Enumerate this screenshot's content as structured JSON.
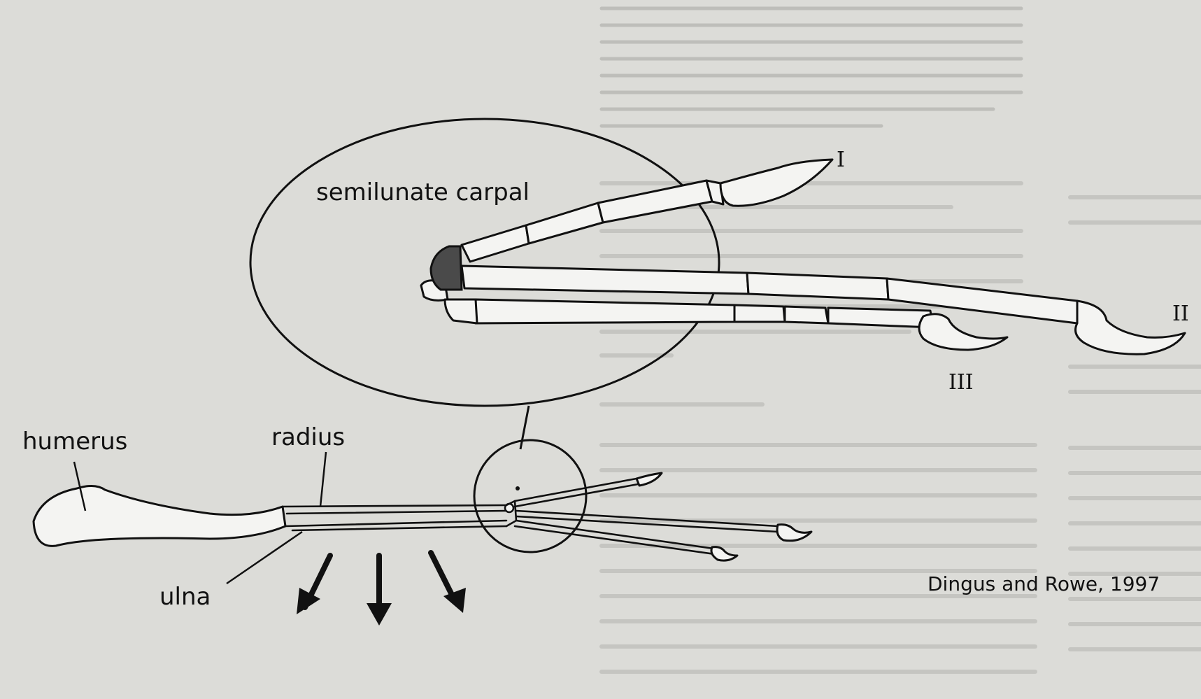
{
  "labels": {
    "semilunate": "semilunate carpal",
    "humerus": "humerus",
    "radius": "radius",
    "ulna": "ulna",
    "digit_1": "I",
    "digit_2": "II",
    "digit_3": "III",
    "credit": "Dingus and Rowe, 1997"
  },
  "colors": {
    "paper": "#dcdcd8",
    "ink": "#111111",
    "bone_fill": "#f4f4f2",
    "carpal_fill": "#4a4a4a",
    "bleed_through": "#c2c2be"
  },
  "icons": [
    "arrow-down-left-icon",
    "arrow-down-icon",
    "arrow-down-right-icon"
  ]
}
